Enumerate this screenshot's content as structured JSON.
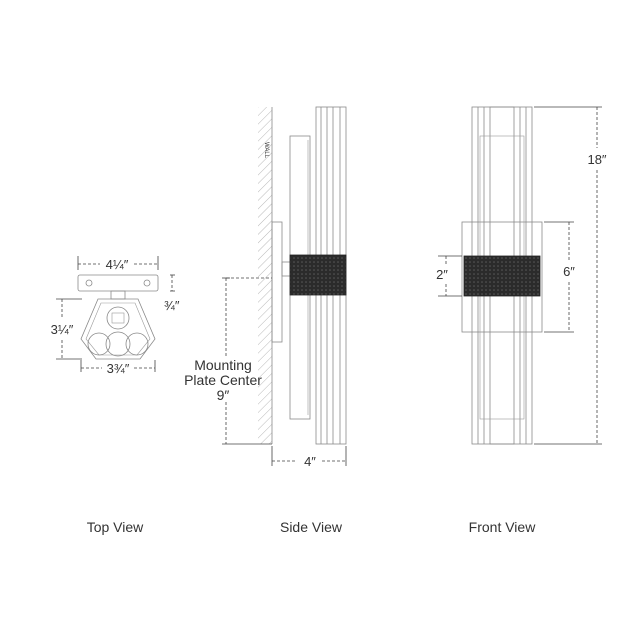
{
  "views": {
    "top": {
      "caption": "Top View",
      "dims": {
        "width": "4¼″",
        "depth": "¾″",
        "height": "3¼″",
        "bottom_width": "3¾″"
      }
    },
    "side": {
      "caption": "Side View",
      "mounting_label_line1": "Mounting",
      "mounting_label_line2": "Plate Center",
      "mounting_value": "9″",
      "depth": "4″",
      "wall_text": "WALL"
    },
    "front": {
      "caption": "Front View",
      "height": "18″",
      "band": "2″",
      "backplate": "6″"
    }
  },
  "colors": {
    "line": "#8a8a8a",
    "band": "#2b2b2b",
    "text": "#333333"
  }
}
